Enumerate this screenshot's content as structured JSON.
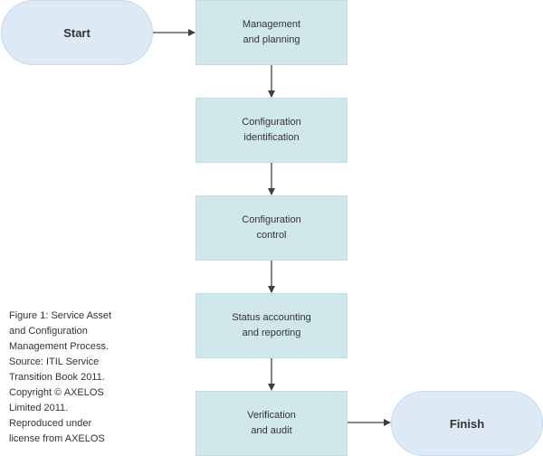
{
  "terminals": {
    "start": "Start",
    "finish": "Finish"
  },
  "steps": [
    "Management\nand planning",
    "Configuration\nidentification",
    "Configuration\ncontrol",
    "Status accounting\nand reporting",
    "Verification\nand audit"
  ],
  "caption": "Figure 1: Service Asset\nand Configuration\nManagement Process.\nSource: ITIL Service\nTransition Book 2011.\nCopyright © AXELOS\nLimited 2011.\nReproduced under\nlicense from AXELOS",
  "colors": {
    "terminal_fill": "#dde9f5",
    "step_fill": "#d1e8ea",
    "arrow": "#404040",
    "text": "#333333"
  }
}
